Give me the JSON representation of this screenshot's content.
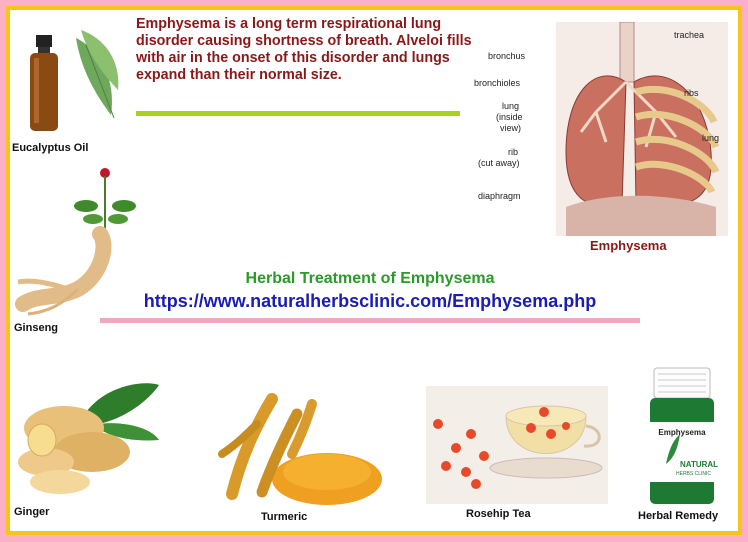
{
  "description": "Emphysema is a long term respirational lung disorder causing shortness of breath. Alveloi fills with air in the onset of this disorder and lungs expand than their normal size.",
  "title": "Herbal Treatment of Emphysema",
  "url": "https://www.naturalherbsclinic.com/Emphysema.php",
  "herbs": {
    "eucalyptus": "Eucalyptus Oil",
    "ginseng": "Ginseng",
    "ginger": "Ginger",
    "turmeric": "Turmeric",
    "rosehip": "Rosehip Tea",
    "remedy": "Herbal Remedy"
  },
  "diagram": {
    "caption": "Emphysema",
    "labels": {
      "trachea": "trachea",
      "bronchus": "bronchus",
      "bronchioles": "bronchioles",
      "lung_inside_1": "lung",
      "lung_inside_2": "(inside",
      "lung_inside_3": "view)",
      "rib_cut_1": "rib",
      "rib_cut_2": "(cut away)",
      "diaphragm": "diaphragm",
      "ribs": "ribs",
      "lung": "lung"
    }
  },
  "bottle_label": {
    "brand_title": "Emphysema",
    "brand_name": "NATURAL",
    "brand_sub": "HERBS CLINIC"
  },
  "colors": {
    "border": "#f6c518",
    "background_outer": "#fbb0c8",
    "description_text": "#8b1818",
    "title_text": "#2a9a2a",
    "url_text": "#1b1bb8"
  }
}
